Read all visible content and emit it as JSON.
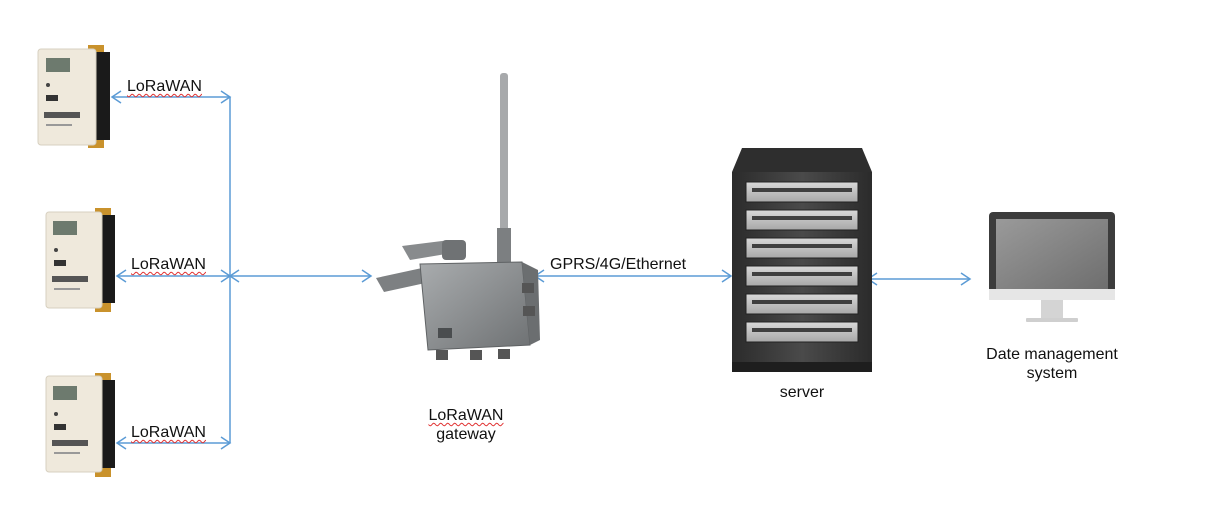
{
  "labels": {
    "meter_link_1": "LoRaWAN",
    "meter_link_2": "LoRaWAN",
    "meter_link_3": "LoRaWAN",
    "gateway_link": "GPRS/4G/Ethernet",
    "gateway_line1": "LoRaWAN",
    "gateway_line2": "gateway",
    "server": "server",
    "dms_line1": "Date management",
    "dms_line2": "system"
  },
  "colors": {
    "arrow": "#5b9bd5",
    "squiggle": "#e03030",
    "meter_body": "#efe9dc",
    "meter_side": "#1a1a1a",
    "meter_brass": "#c9922c",
    "gateway_metal": "#8f9294",
    "server_dark": "#3a3a3a",
    "monitor_bezel": "#3c3c3c",
    "monitor_screen": "#8a8a8a"
  },
  "icons": [
    "heat-meter-icon",
    "lorawan-gateway-icon",
    "server-rack-icon",
    "monitor-icon"
  ]
}
